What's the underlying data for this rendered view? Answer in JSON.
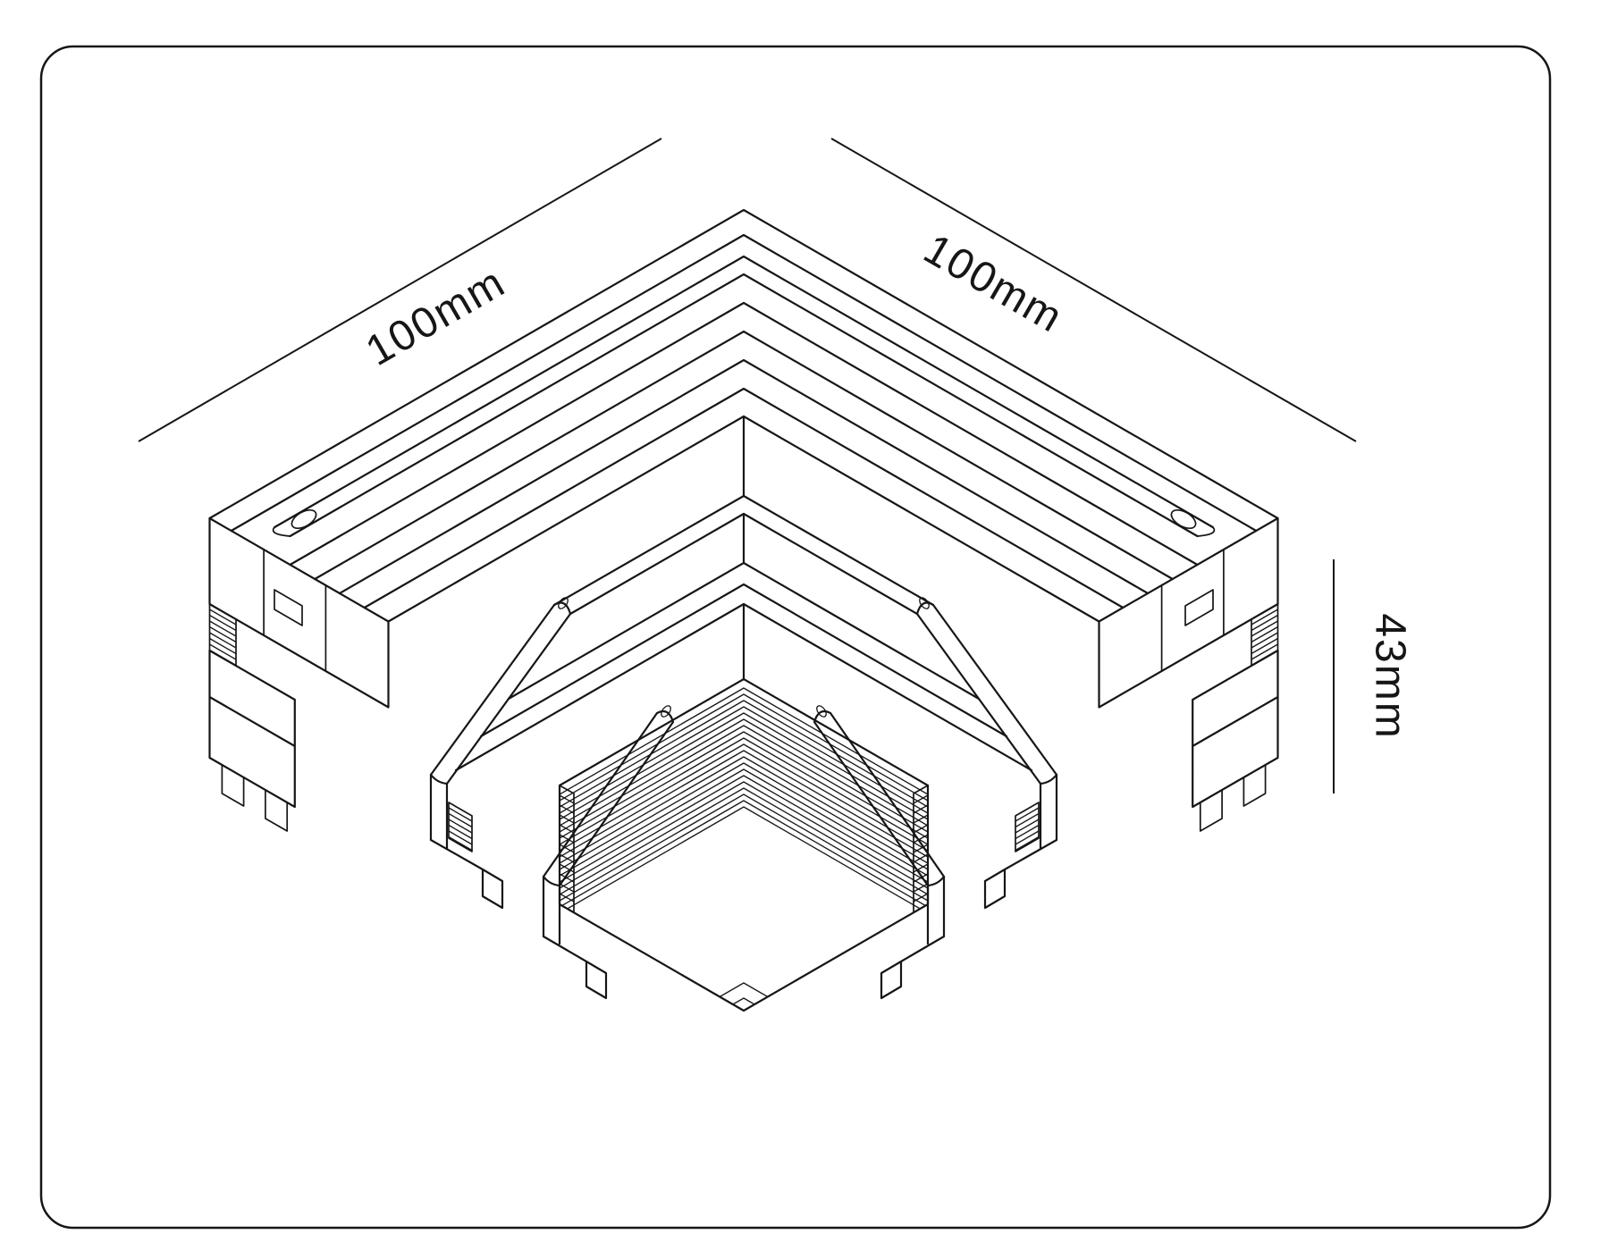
{
  "drawing": {
    "name": "aluminium-profile-corner-isometric",
    "line_color": "#161616",
    "background": "#ffffff"
  },
  "dimensions": {
    "left_width": "100mm",
    "right_width": "100mm",
    "height": "43mm"
  }
}
